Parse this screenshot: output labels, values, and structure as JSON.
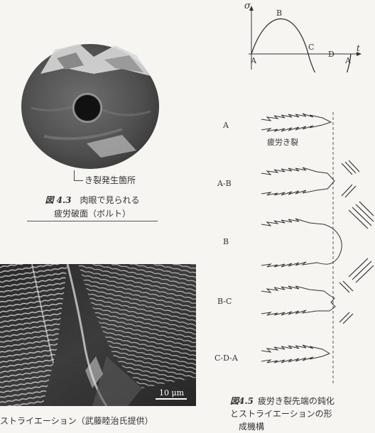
{
  "figure_4_3": {
    "annotation": "き裂発生箇所",
    "number": "図 4.3",
    "caption_line1": "肉眼で見られる",
    "caption_line2": "疲労破面（ボルト）"
  },
  "sem_image": {
    "scale_label": "10 μm",
    "caption": "ストライエーション（武藤睦治氏提供）"
  },
  "waveform": {
    "y_label": "σ",
    "x_label": "t",
    "points": [
      "A",
      "B",
      "C",
      "D",
      "A"
    ]
  },
  "stages": {
    "labels": [
      "A",
      "A-B",
      "B",
      "B-C",
      "C-D-A"
    ],
    "crack_label": "疲労き裂"
  },
  "figure_4_5": {
    "number": "図4.5",
    "line1": "疲労き裂先端の鈍化",
    "line2": "とストライエーションの形",
    "line3": "成機構"
  }
}
